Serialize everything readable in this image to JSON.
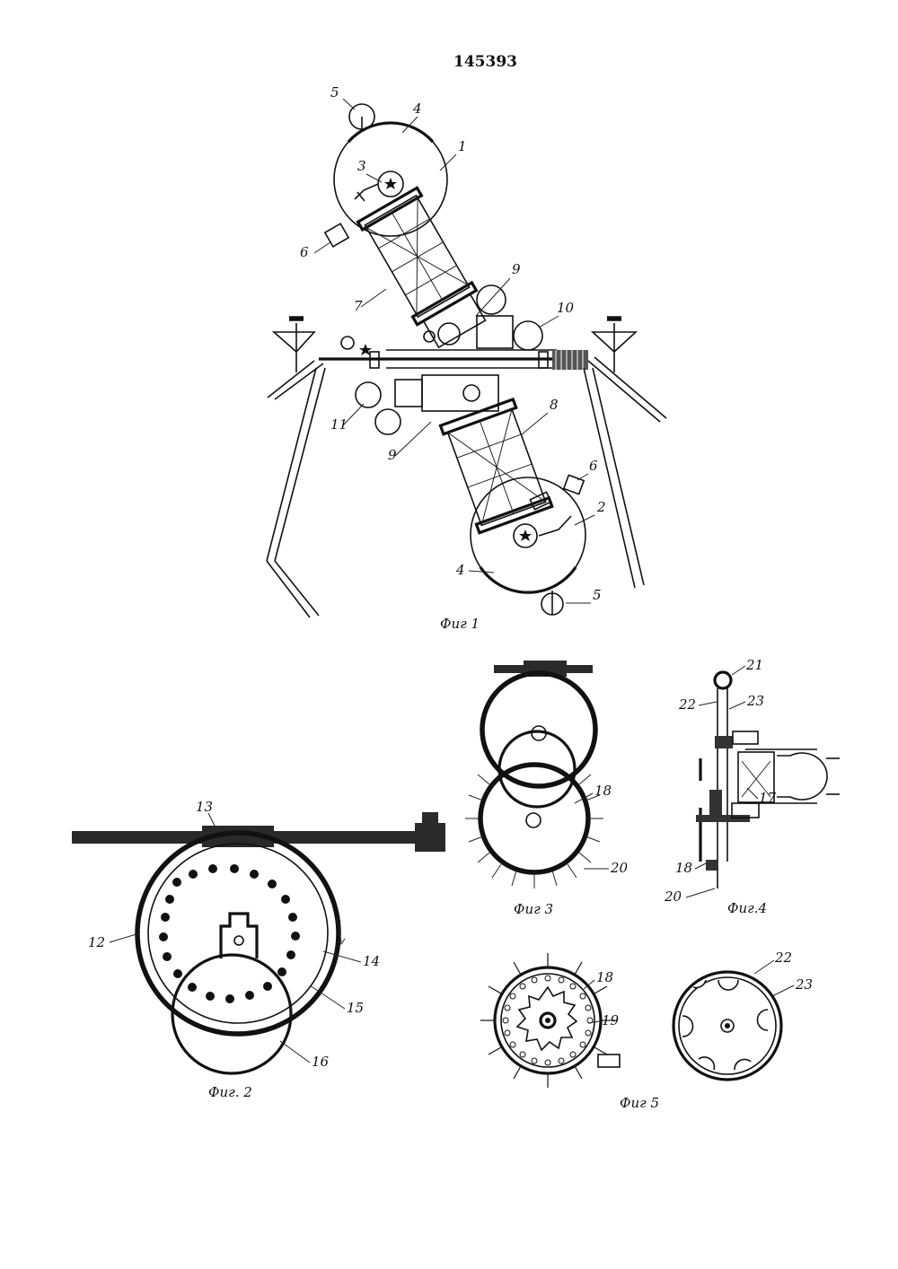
{
  "patent_number": "145393",
  "figures": [
    {
      "id": "fig1",
      "caption": "Фиг 1"
    },
    {
      "id": "fig2",
      "caption": "Фиг. 2"
    },
    {
      "id": "fig3",
      "caption": "Фиг 3"
    },
    {
      "id": "fig4",
      "caption": "Фиг.4"
    },
    {
      "id": "fig5",
      "caption": "Фиг 5"
    }
  ],
  "labels": {
    "fig1": [
      "5",
      "4",
      "3",
      "1",
      "6",
      "9",
      "7",
      "10",
      "11",
      "8",
      "9",
      "6",
      "2",
      "4",
      "5"
    ],
    "fig2": [
      "13",
      "12",
      "14",
      "15",
      "16"
    ],
    "fig3": [
      "18",
      "20"
    ],
    "fig4": [
      "21",
      "22",
      "23",
      "17",
      "18",
      "20"
    ],
    "fig5": [
      "18",
      "19",
      "22",
      "23"
    ]
  }
}
